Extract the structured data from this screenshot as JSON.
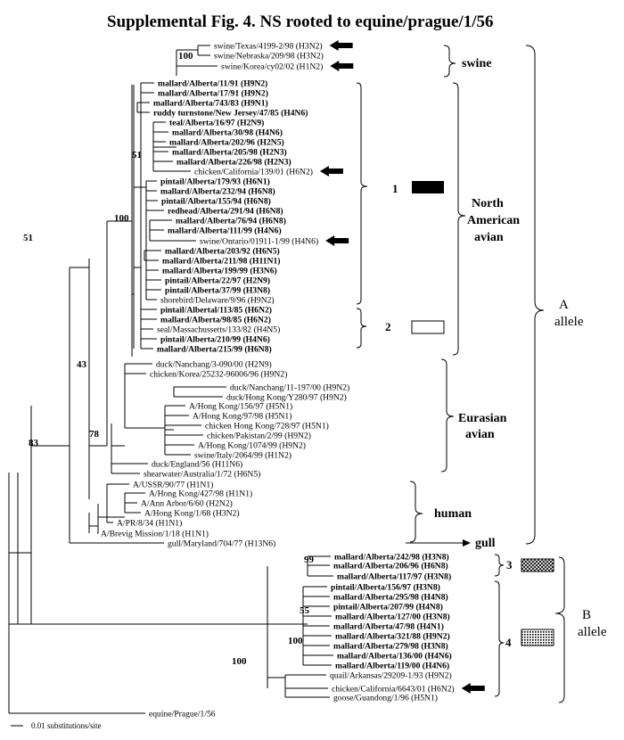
{
  "title": "Supplemental  Fig. 4.   NS rooted to equine/prague/1/56",
  "scale_label": "0.01 substitutions/site",
  "taxa": [
    {
      "label": "swine/Texas/4199-2/98 (H3N2)",
      "bold": false,
      "arrow": true
    },
    {
      "label": "swine/Nebraska/209/98 (H3N2)",
      "bold": false,
      "arrow": false
    },
    {
      "label": "swine/Korea/cy02/02 (H1N2)",
      "bold": false,
      "arrow": true
    },
    {
      "label": "mallard/Alberta/11/91 (H9N2)",
      "bold": true,
      "arrow": false
    },
    {
      "label": "mallard/Alberta/17/91 (H9N2)",
      "bold": true,
      "arrow": false
    },
    {
      "label": "mallard/Alberta/743/83 (H9N1)",
      "bold": true,
      "arrow": false
    },
    {
      "label": "ruddy turnstone/New Jersey/47/85 (H4N6)",
      "bold": true,
      "arrow": false
    },
    {
      "label": "teal/Alberta/16/97 (H2N9)",
      "bold": true,
      "arrow": false
    },
    {
      "label": "mallard/Alberta/30/98 (H4N6)",
      "bold": true,
      "arrow": false
    },
    {
      "label": "mallard/Alberta/202/96 (H2N5)",
      "bold": true,
      "arrow": false
    },
    {
      "label": "mallard/Alberta/205/98 (H2N3)",
      "bold": true,
      "arrow": false
    },
    {
      "label": "mallard/Alberta/226/98 (H2N3)",
      "bold": true,
      "arrow": false
    },
    {
      "label": "chicken/California/139/01 (H6N2)",
      "bold": false,
      "arrow": true
    },
    {
      "label": "pintail/Alberta/179/93 (H6N1)",
      "bold": true,
      "arrow": false
    },
    {
      "label": "mallard/Alberta/232/94 (H6N8)",
      "bold": true,
      "arrow": false
    },
    {
      "label": "pintail/Alberta/155/94 (H6N8)",
      "bold": true,
      "arrow": false
    },
    {
      "label": "redhead/Alberta/291/94 (H6N8)",
      "bold": true,
      "arrow": false
    },
    {
      "label": "mallard/Alberta/76/94 (H6N8)",
      "bold": true,
      "arrow": false
    },
    {
      "label": "mallard/Alberta/111/99 (H4N6)",
      "bold": true,
      "arrow": false
    },
    {
      "label": "swine/Ontario/01911-1/99 (H4N6)",
      "bold": false,
      "arrow": true
    },
    {
      "label": "mallard/Alberta/203/92 (H6N5)",
      "bold": true,
      "arrow": false
    },
    {
      "label": "mallard/Alberta/211/98 (H11N1)",
      "bold": true,
      "arrow": false
    },
    {
      "label": "mallard/Alberta/199/99 (H3N6)",
      "bold": true,
      "arrow": false
    },
    {
      "label": "pintail/Alberta/22/97 (H2N9)",
      "bold": true,
      "arrow": false
    },
    {
      "label": "pintail/Alberta/37/99 (H3N8)",
      "bold": true,
      "arrow": false
    },
    {
      "label": "shorebird/Delaware/9/96 (H9N2)",
      "bold": false,
      "arrow": false
    },
    {
      "label": "pintail/Albertal/113/85 (H6N2)",
      "bold": true,
      "arrow": false
    },
    {
      "label": "mallard/Alberta/98/85 (H6N2)",
      "bold": true,
      "arrow": false
    },
    {
      "label": "seal/Massachussetts/133/82 (H4N5)",
      "bold": false,
      "arrow": false
    },
    {
      "label": "pintail/Alberta/210/99 (H4N6)",
      "bold": true,
      "arrow": false
    },
    {
      "label": "mallard/Alberta/215/99 (H6N8)",
      "bold": true,
      "arrow": false
    },
    {
      "label": "duck/Nanchang/3-090/00 (H2N9)",
      "bold": false,
      "arrow": false
    },
    {
      "label": "chicken/Korea/25232-96006/96 (H9N2)",
      "bold": false,
      "arrow": false
    },
    {
      "label": "duck/Nanchang/11-197/00 (H9N2)",
      "bold": false,
      "arrow": false
    },
    {
      "label": "duck/Hong Kong/Y280/97 (H9N2)",
      "bold": false,
      "arrow": false
    },
    {
      "label": "A/Hong Kong/156/97 (H5N1)",
      "bold": false,
      "arrow": false
    },
    {
      "label": "A/Hong Kong/97/98 (H5N1)",
      "bold": false,
      "arrow": false
    },
    {
      "label": "chicken Hong Kong/728/97 (H5N1)",
      "bold": false,
      "arrow": false
    },
    {
      "label": "chicken/Pakistan/2/99 (H9N2)",
      "bold": false,
      "arrow": false
    },
    {
      "label": "A/Hong Kong/1074/99 (H9N2)",
      "bold": false,
      "arrow": false
    },
    {
      "label": "swine/Italy/2064/99 (H1N2)",
      "bold": false,
      "arrow": false
    },
    {
      "label": "duck/England/56 (H11N6)",
      "bold": false,
      "arrow": false
    },
    {
      "label": "shearwater/Australia/1/72 (H6N5)",
      "bold": false,
      "arrow": false
    },
    {
      "label": "A/USSR/90/77 (H1N1)",
      "bold": false,
      "arrow": false
    },
    {
      "label": "A/Hong Kong/427/98 (H1N1)",
      "bold": false,
      "arrow": false
    },
    {
      "label": "A/Ann Arbor/6/60 (H2N2)",
      "bold": false,
      "arrow": false
    },
    {
      "label": "A/Hong Kong/1/68 (H3N2)",
      "bold": false,
      "arrow": false
    },
    {
      "label": "A/PR/8/34 (H1N1)",
      "bold": false,
      "arrow": false
    },
    {
      "label": "A/Brevig Mission/1/18 (H1N1)",
      "bold": false,
      "arrow": false
    },
    {
      "label": "gull/Maryland/704/77 (H13N6)",
      "bold": false,
      "arrow": false
    },
    {
      "label": "mallard/Alberta/242/98 (H3N8)",
      "bold": true,
      "arrow": false
    },
    {
      "label": "mallard/Alberta/206/96 (H6N8)",
      "bold": true,
      "arrow": false
    },
    {
      "label": "mallard/Alberta/117/97 (H3N8)",
      "bold": true,
      "arrow": false
    },
    {
      "label": "pintail/Alberta/156/97 (H3N8)",
      "bold": true,
      "arrow": false
    },
    {
      "label": "mallard/Alberta/295/98 (H4N8)",
      "bold": true,
      "arrow": false
    },
    {
      "label": "pintail/Alberta/207/99 (H4N8)",
      "bold": true,
      "arrow": false
    },
    {
      "label": "mallard/Alberta/127/00 (H3N8)",
      "bold": true,
      "arrow": false
    },
    {
      "label": "mallard/Alberta/47/98 (H4N1)",
      "bold": true,
      "arrow": false
    },
    {
      "label": "mallard/Alberta/321/88 (H9N2)",
      "bold": true,
      "arrow": false
    },
    {
      "label": "mallard/Alberta/279/98 (H3N8)",
      "bold": true,
      "arrow": false
    },
    {
      "label": "mallard/Alberta/136/00 (H4N6)",
      "bold": true,
      "arrow": false
    },
    {
      "label": "mallard/Alberta/119/00 (H4N6)",
      "bold": true,
      "arrow": false
    },
    {
      "label": "quail/Arkansas/29209-1/93 (H9N2)",
      "bold": false,
      "arrow": false
    },
    {
      "label": "chicken/California/6643/01 (H6N2)",
      "bold": false,
      "arrow": true
    },
    {
      "label": "goose/Guandong/1/96 (H5N1)",
      "bold": false,
      "arrow": false
    },
    {
      "label": "equine/Prague/1/56",
      "bold": false,
      "arrow": false
    }
  ],
  "bootstrap": [
    "100",
    "51",
    "100",
    "51",
    "43",
    "78",
    "83",
    "99",
    "55",
    "100",
    "100"
  ],
  "groups": {
    "swine": "swine",
    "north_american_avian": [
      "North",
      "American",
      "avian"
    ],
    "eurasian_avian": [
      "Eurasian",
      "avian"
    ],
    "human": "human",
    "gull": "gull",
    "a_allele": [
      "A",
      "allele"
    ],
    "b_allele": [
      "B",
      "allele"
    ]
  },
  "subgroups": [
    "1",
    "2",
    "3",
    "4"
  ],
  "colors": {
    "line": "#000000",
    "fill_1": "#000000",
    "fill_2": "#ffffff"
  }
}
